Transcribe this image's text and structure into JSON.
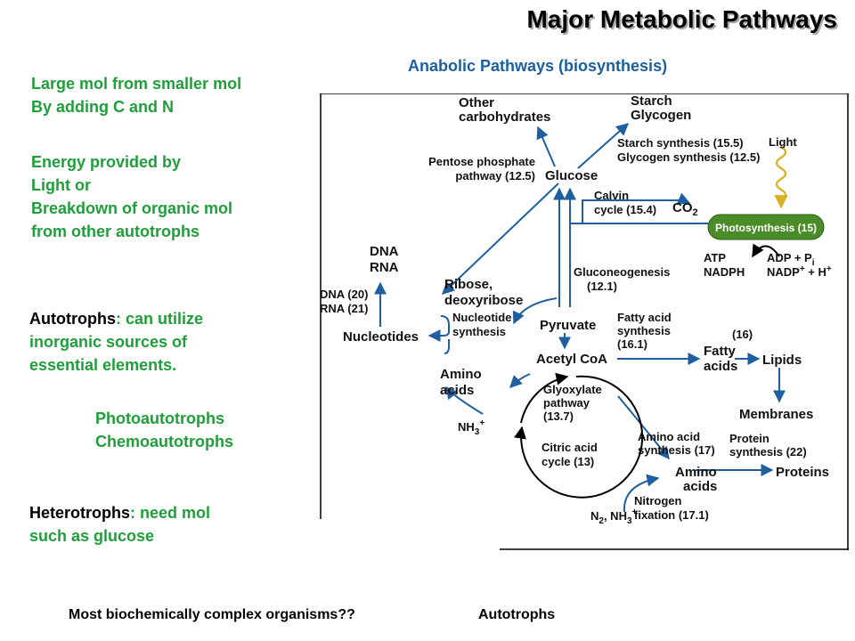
{
  "slide": {
    "title": "Major Metabolic Pathways",
    "subtitle": "Anabolic Pathways  (biosynthesis)",
    "left_text": {
      "block1": [
        "Large mol from smaller mol",
        "By adding C and N"
      ],
      "block2": [
        "Energy provided by",
        "Light or",
        "Breakdown of organic mol",
        "from other autotrophs"
      ],
      "autotrophs_lead": "Autotrophs",
      "autotrophs_rest": ": can utilize",
      "autotrophs_lines": [
        "inorganic sources of",
        "essential elements."
      ],
      "sub_types": [
        "Photoautotrophs",
        "Chemoautotrophs"
      ],
      "heterotrophs_lead": "Heterotrophs",
      "heterotrophs_rest": ": need mol",
      "heterotrophs_line2": "such as glucose"
    },
    "footer": {
      "question": "Most biochemically complex organisms??",
      "answer": "Autotrophs"
    }
  },
  "diagram": {
    "colors": {
      "arrow": "#1f5f9f",
      "cycle": "#000000",
      "light": "#d8b020",
      "pill": "#4a8c28",
      "frame": "#000000"
    },
    "labels": {
      "other_carbs": [
        "Other",
        "carbohydrates"
      ],
      "starch": [
        "Starch",
        "Glycogen"
      ],
      "starch_synth": [
        "Starch synthesis (15.5)",
        "Glycogen synthesis (12.5)"
      ],
      "light": "Light",
      "pentose": [
        "Pentose phosphate",
        "pathway (12.5)"
      ],
      "glucose": "Glucose",
      "calvin": [
        "Calvin",
        "cycle (15.4)"
      ],
      "co2": "CO",
      "co2_sub": "2",
      "photosynthesis": "Photosynthesis (15)",
      "atp": [
        "ATP",
        "NADPH"
      ],
      "adp_a": "ADP + P",
      "adp_sub": "i",
      "nadp_a": "NADP",
      "nadp_b": " + H",
      "plus": "+",
      "dna": [
        "DNA",
        "RNA"
      ],
      "ribose": [
        "Ribose,",
        "deoxyribose"
      ],
      "gluconeo": [
        "Gluconeogenesis",
        "(12.1)"
      ],
      "dna_rna_nums": [
        "DNA (20)",
        "RNA (21)"
      ],
      "nucleotide_synth": [
        "Nucleotide",
        "synthesis"
      ],
      "pyruvate": "Pyruvate",
      "fatty_synth": [
        "Fatty acid",
        "synthesis",
        "(16.1)"
      ],
      "nucleotides": "Nucleotides",
      "sixteen": "(16)",
      "acetyl": "Acetyl CoA",
      "fatty_acids": [
        "Fatty",
        "acids"
      ],
      "lipids": "Lipids",
      "amino_left": [
        "Amino",
        "acids"
      ],
      "glyoxylate": [
        "Glyoxylate",
        "pathway",
        "(13.7)"
      ],
      "nh3": "NH",
      "nh3_sub": "3",
      "membranes": "Membranes",
      "citric": [
        "Citric acid",
        "cycle (13)"
      ],
      "amino_synth": [
        "Amino acid",
        "synthesis (17)"
      ],
      "protein_synth": [
        "Protein",
        "synthesis (22)"
      ],
      "amino_right": [
        "Amino",
        "acids"
      ],
      "proteins": "Proteins",
      "nitrogen": [
        "Nitrogen",
        "fixation (17.1)"
      ],
      "n2": "N",
      "n2_sub": "2",
      "n2_rest": ", NH"
    }
  }
}
